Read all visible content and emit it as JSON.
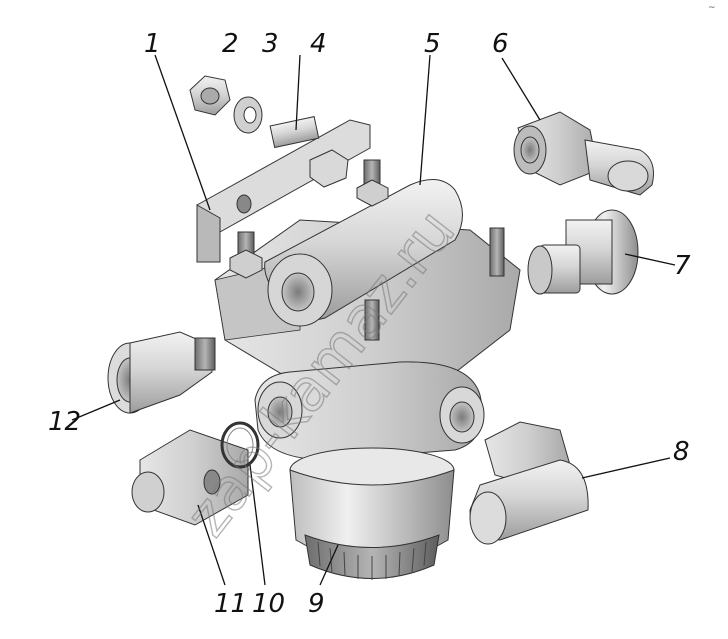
{
  "diagram": {
    "callouts": [
      {
        "id": "1",
        "label": "1"
      },
      {
        "id": "2",
        "label": "2"
      },
      {
        "id": "3",
        "label": "3"
      },
      {
        "id": "4",
        "label": "4"
      },
      {
        "id": "5",
        "label": "5"
      },
      {
        "id": "6",
        "label": "6"
      },
      {
        "id": "7",
        "label": "7"
      },
      {
        "id": "8",
        "label": "8"
      },
      {
        "id": "9",
        "label": "9"
      },
      {
        "id": "10",
        "label": "10"
      },
      {
        "id": "11",
        "label": "11"
      },
      {
        "id": "12",
        "label": "12"
      }
    ],
    "watermark": "zap-kamaz.ru",
    "corner_mark": "~"
  }
}
